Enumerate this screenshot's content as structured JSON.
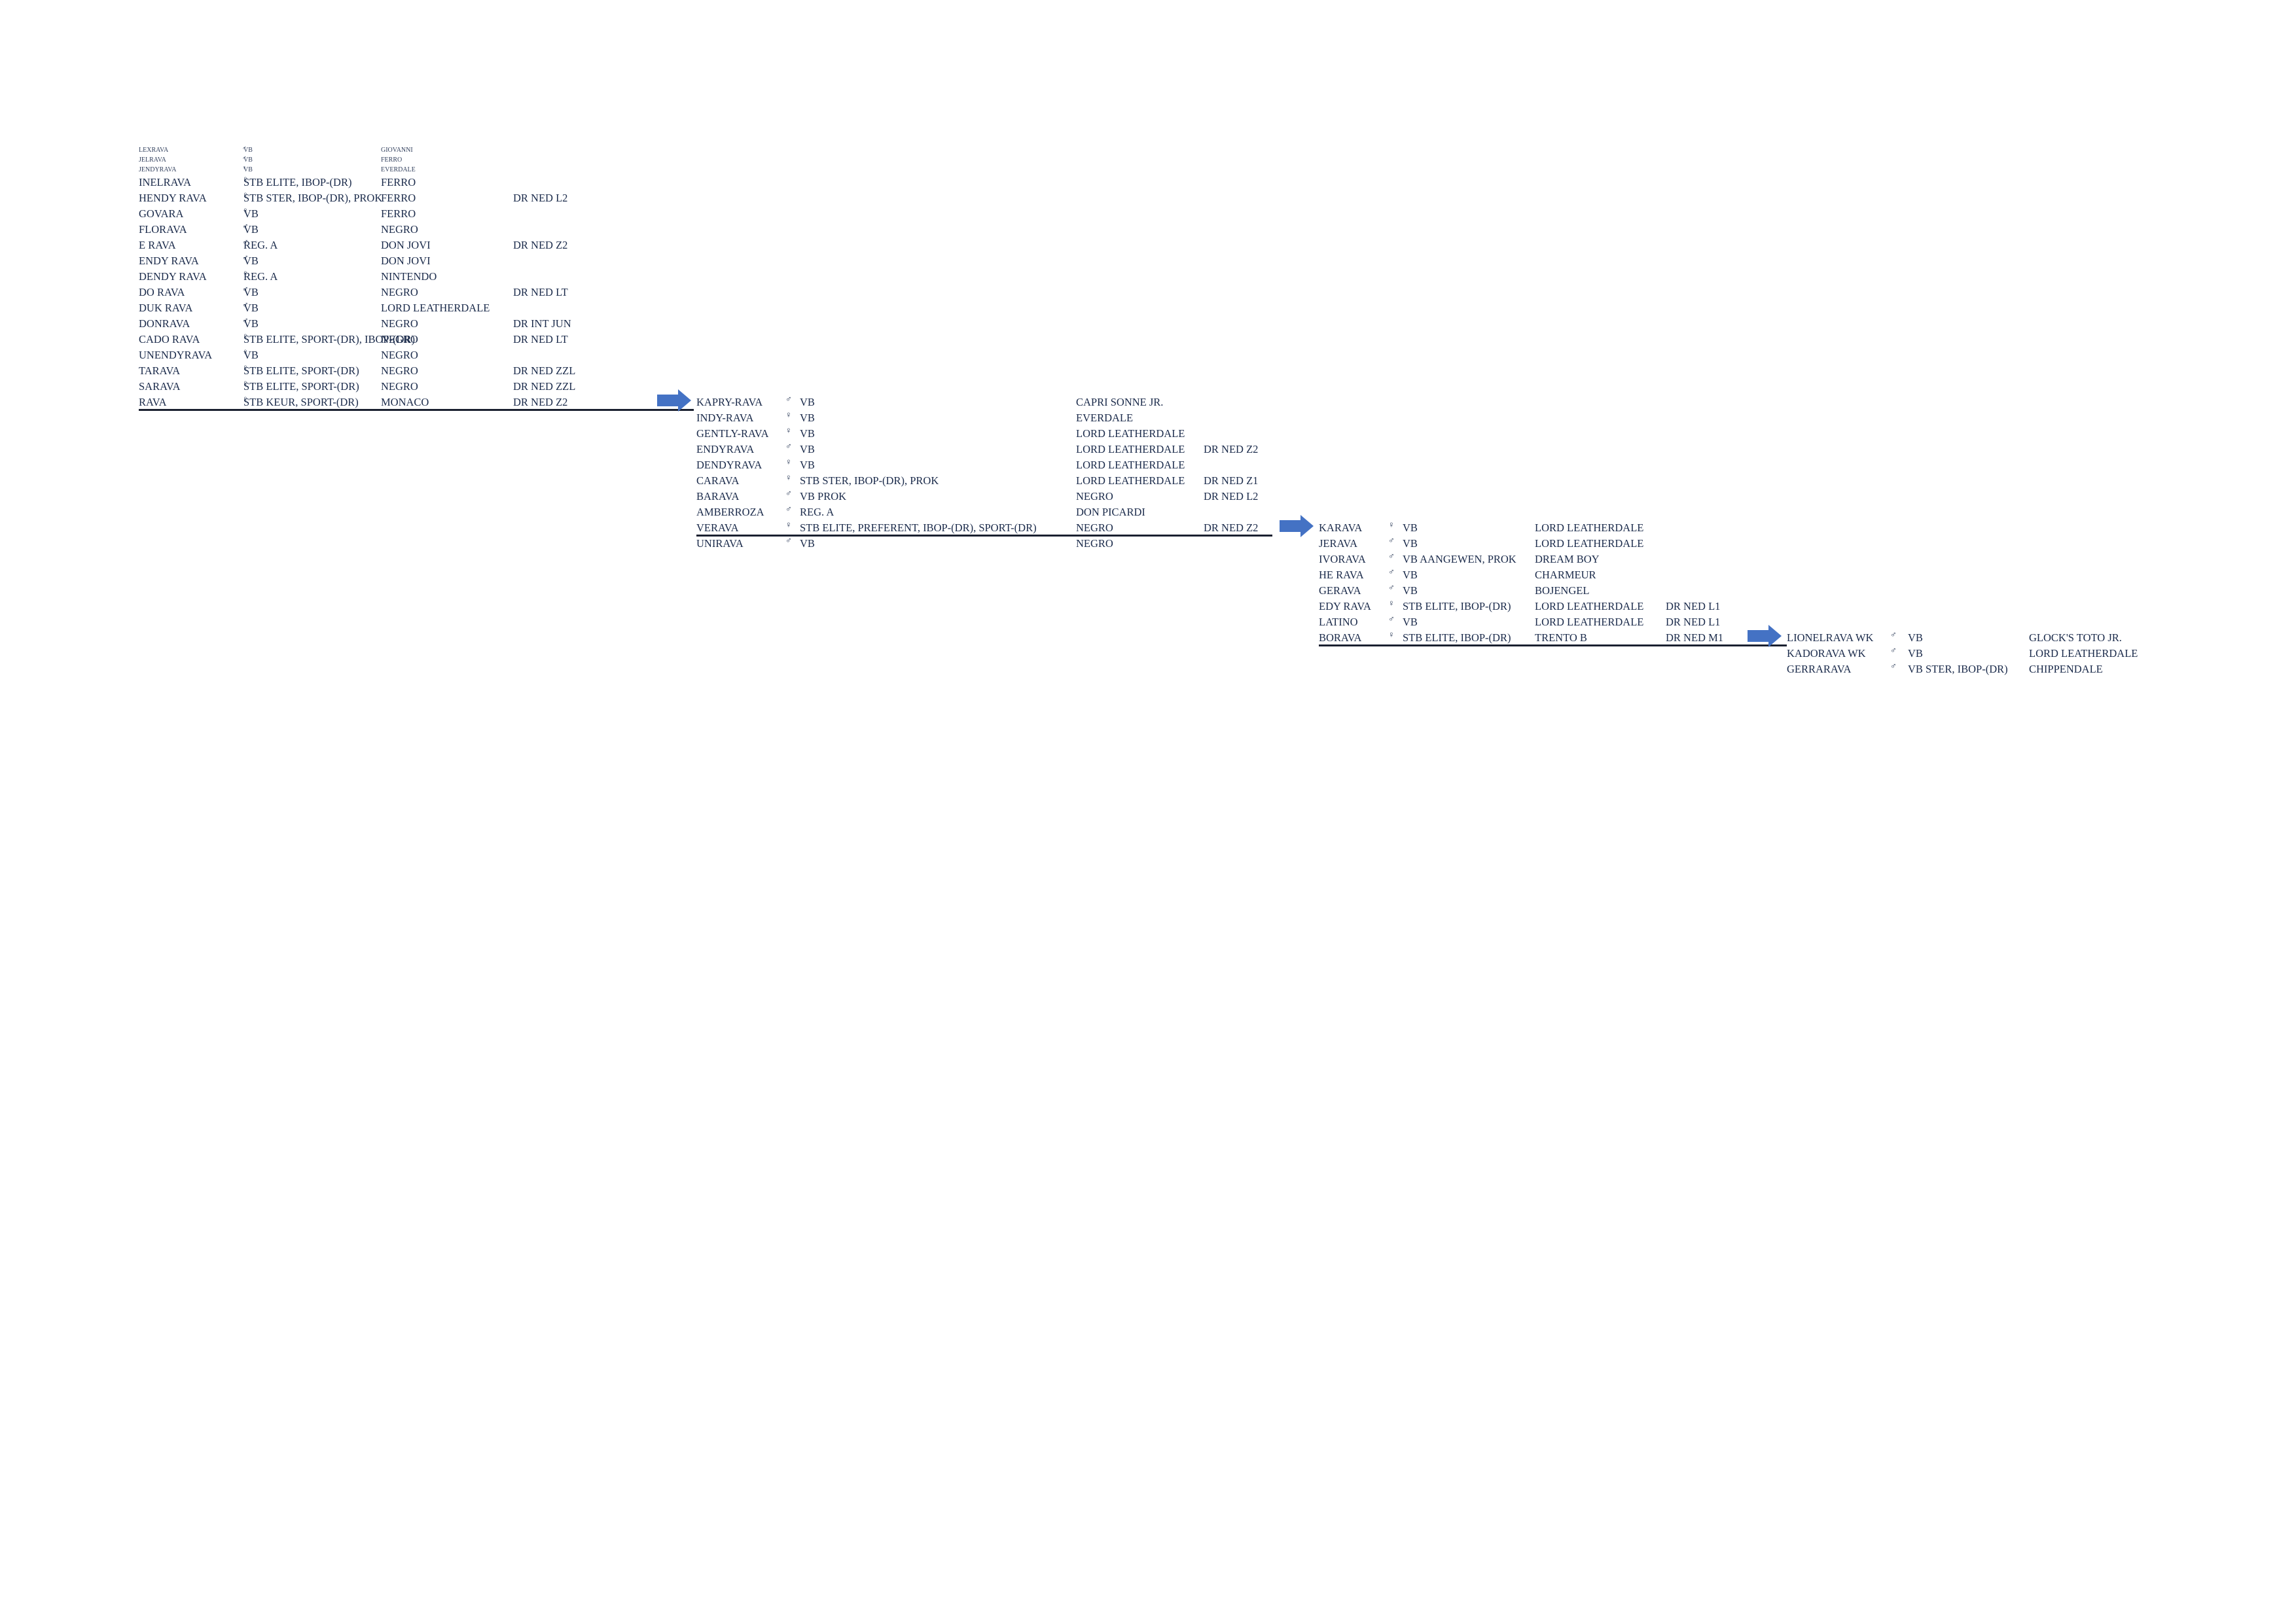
{
  "male_symbol": "♂",
  "female_symbol": "♀",
  "accent_color": "#4472c4",
  "text_color": "#1a2a4a",
  "generations": [
    {
      "id": "gen1",
      "rows": [
        {
          "name": "LEXRAVA",
          "sex": "m",
          "pred": "VB",
          "sire": "GIOVANNI",
          "dr": "",
          "small": true
        },
        {
          "name": "JELRAVA",
          "sex": "m",
          "pred": "VB",
          "sire": "FERRO",
          "dr": "",
          "small": true
        },
        {
          "name": "JENDYRAVA",
          "sex": "f",
          "pred": "VB",
          "sire": "EVERDALE",
          "dr": "",
          "small": true
        },
        {
          "name": "INELRAVA",
          "sex": "f",
          "pred": "STB ELITE, IBOP-(DR)",
          "sire": "FERRO",
          "dr": ""
        },
        {
          "name": "HENDY RAVA",
          "sex": "f",
          "pred": "STB STER, IBOP-(DR), PROK",
          "sire": "FERRO",
          "dr": "DR NED L2"
        },
        {
          "name": "GOVARA",
          "sex": "f",
          "pred": "VB",
          "sire": "FERRO",
          "dr": ""
        },
        {
          "name": "FLORAVA",
          "sex": "m",
          "pred": "VB",
          "sire": "NEGRO",
          "dr": ""
        },
        {
          "name": "E RAVA",
          "sex": "m",
          "pred": "REG. A",
          "sire": "DON JOVI",
          "dr": "DR NED Z2"
        },
        {
          "name": "ENDY RAVA",
          "sex": "m",
          "pred": "VB",
          "sire": "DON JOVI",
          "dr": ""
        },
        {
          "name": "DENDY RAVA",
          "sex": "f",
          "pred": "REG. A",
          "sire": "NINTENDO",
          "dr": ""
        },
        {
          "name": "DO RAVA",
          "sex": "m",
          "pred": "VB",
          "sire": "NEGRO",
          "dr": "DR NED LT"
        },
        {
          "name": "DUK RAVA",
          "sex": "m",
          "pred": "VB",
          "sire": "LORD LEATHERDALE",
          "dr": ""
        },
        {
          "name": "DONRAVA",
          "sex": "m",
          "pred": "VB",
          "sire": "NEGRO",
          "dr": "DR INT JUN"
        },
        {
          "name": "CADO RAVA",
          "sex": "f",
          "pred": "STB ELITE, SPORT-(DR), IBOP-(DR)",
          "sire": "NEGRO",
          "dr": "DR NED LT"
        },
        {
          "name": "UNENDYRAVA",
          "sex": "f",
          "pred": "VB",
          "sire": "NEGRO",
          "dr": ""
        },
        {
          "name": "TARAVA",
          "sex": "f",
          "pred": "STB ELITE, SPORT-(DR)",
          "sire": "NEGRO",
          "dr": "DR NED ZZL"
        },
        {
          "name": "SARAVA",
          "sex": "f",
          "pred": "STB ELITE, SPORT-(DR)",
          "sire": "NEGRO",
          "dr": "DR NED ZZL"
        },
        {
          "name": "RAVA",
          "sex": "f",
          "pred": "STB KEUR, SPORT-(DR)",
          "sire": "MONACO",
          "dr": "DR NED Z2"
        }
      ]
    },
    {
      "id": "gen2",
      "rows": [
        {
          "name": "KAPRY-RAVA",
          "sex": "m",
          "pred": "VB",
          "sire": "CAPRI SONNE JR.",
          "dr": ""
        },
        {
          "name": "INDY-RAVA",
          "sex": "f",
          "pred": "VB",
          "sire": "EVERDALE",
          "dr": ""
        },
        {
          "name": "GENTLY-RAVA",
          "sex": "f",
          "pred": "VB",
          "sire": "LORD LEATHERDALE",
          "dr": ""
        },
        {
          "name": "ENDYRAVA",
          "sex": "m",
          "pred": "VB",
          "sire": "LORD LEATHERDALE",
          "dr": "DR NED Z2"
        },
        {
          "name": "DENDYRAVA",
          "sex": "f",
          "pred": "VB",
          "sire": "LORD LEATHERDALE",
          "dr": ""
        },
        {
          "name": "CARAVA",
          "sex": "f",
          "pred": "STB STER, IBOP-(DR), PROK",
          "sire": "LORD LEATHERDALE",
          "dr": "DR NED Z1"
        },
        {
          "name": "BARAVA",
          "sex": "m",
          "pred": "VB PROK",
          "sire": "NEGRO",
          "dr": "DR NED L2"
        },
        {
          "name": "AMBERROZA",
          "sex": "m",
          "pred": "REG. A",
          "sire": "DON PICARDI",
          "dr": ""
        },
        {
          "name": "VERAVA",
          "sex": "f",
          "pred": "STB ELITE, PREFERENT, IBOP-(DR), SPORT-(DR)",
          "sire": "NEGRO",
          "dr": "DR NED Z2"
        },
        {
          "name": "UNIRAVA",
          "sex": "m",
          "pred": "VB",
          "sire": "NEGRO",
          "dr": ""
        }
      ]
    },
    {
      "id": "gen3",
      "rows": [
        {
          "name": "KARAVA",
          "sex": "f",
          "pred": "VB",
          "sire": "LORD LEATHERDALE",
          "dr": ""
        },
        {
          "name": "JERAVA",
          "sex": "m",
          "pred": "VB",
          "sire": "LORD LEATHERDALE",
          "dr": ""
        },
        {
          "name": "IVORAVA",
          "sex": "m",
          "pred": "VB AANGEWEN, PROK",
          "sire": "DREAM BOY",
          "dr": ""
        },
        {
          "name": "HE RAVA",
          "sex": "m",
          "pred": "VB",
          "sire": "CHARMEUR",
          "dr": ""
        },
        {
          "name": "GERAVA",
          "sex": "m",
          "pred": "VB",
          "sire": "BOJENGEL",
          "dr": ""
        },
        {
          "name": "EDY RAVA",
          "sex": "f",
          "pred": "STB ELITE, IBOP-(DR)",
          "sire": "LORD LEATHERDALE",
          "dr": "DR NED L1"
        },
        {
          "name": "LATINO",
          "sex": "m",
          "pred": "VB",
          "sire": "LORD LEATHERDALE",
          "dr": "DR NED L1"
        },
        {
          "name": "BORAVA",
          "sex": "f",
          "pred": "STB ELITE, IBOP-(DR)",
          "sire": "TRENTO B",
          "dr": "DR NED M1"
        }
      ]
    },
    {
      "id": "gen4",
      "rows": [
        {
          "name": "LIONELRAVA WK",
          "sex": "m",
          "pred": "VB",
          "sire": "GLOCK'S TOTO JR.",
          "dr": ""
        },
        {
          "name": "KADORAVA WK",
          "sex": "m",
          "pred": "VB",
          "sire": "LORD LEATHERDALE",
          "dr": ""
        },
        {
          "name": "GERRARAVA",
          "sex": "m",
          "pred": "VB STER, IBOP-(DR)",
          "sire": "CHIPPENDALE",
          "dr": ""
        }
      ]
    }
  ]
}
